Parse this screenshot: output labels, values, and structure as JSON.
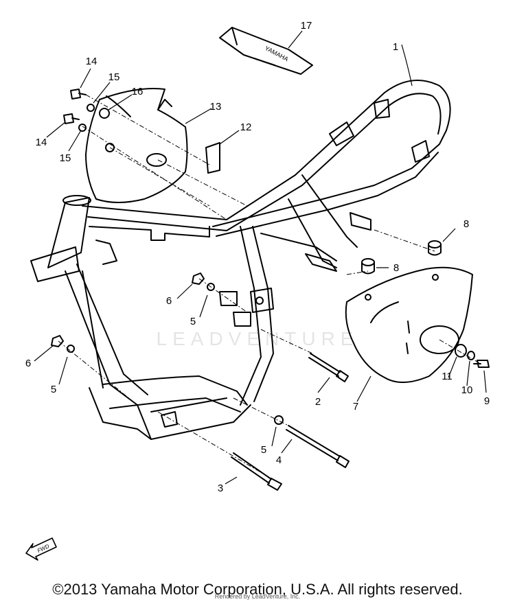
{
  "watermark": "LEADVENTURE",
  "fwd_label": "FWD",
  "side_cover_text": "YAMAHA",
  "callouts": [
    "1",
    "2",
    "3",
    "4",
    "5",
    "5",
    "5",
    "6",
    "6",
    "7",
    "8",
    "8",
    "9",
    "10",
    "11",
    "12",
    "13",
    "14",
    "14",
    "15",
    "15",
    "16",
    "17"
  ],
  "footer": {
    "copyright": "©2013 Yamaha Motor Corporation, U.S.A. All rights reserved.",
    "rendered_by": "Rendered by LeadVenture, Inc."
  }
}
